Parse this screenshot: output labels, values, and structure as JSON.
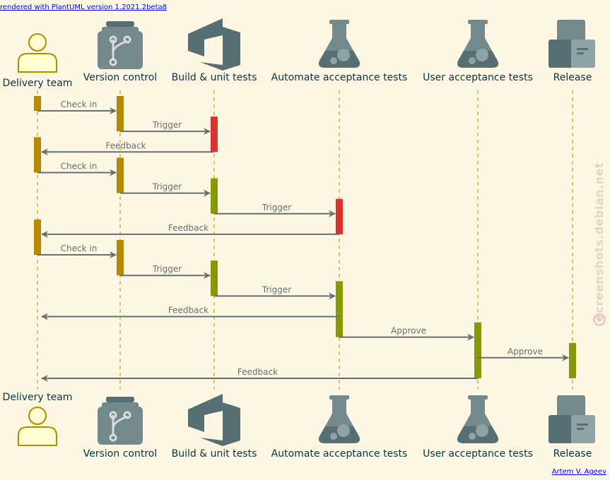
{
  "header": {
    "render_note": "rendered with PlantUML version 1.2021.2beta8"
  },
  "footer": {
    "author": "Artem V. Ageev"
  },
  "watermark": {
    "text": "screenshots.debian.net"
  },
  "colors": {
    "background": "#fdf6e3",
    "lifeline": "#b58900",
    "arrow": "#657070",
    "label": "#657070",
    "activation_gold": "#b58900",
    "activation_green": "#859900",
    "activation_red": "#dc322f",
    "icon_dark": "#586e75",
    "icon_mid": "#73898c",
    "actor_fill": "#fefece",
    "actor_stroke": "#b58900",
    "participant_text": "#073642"
  },
  "participants": [
    {
      "id": "delivery",
      "label": "Delivery team",
      "icon": "actor-icon"
    },
    {
      "id": "vcs",
      "label": "Version control",
      "icon": "git-repo-icon"
    },
    {
      "id": "build",
      "label": "Build & unit tests",
      "icon": "azure-devops-icon"
    },
    {
      "id": "aat",
      "label": "Automate acceptance tests",
      "icon": "flask-icon"
    },
    {
      "id": "uat",
      "label": "User acceptance tests",
      "icon": "flask-icon"
    },
    {
      "id": "release",
      "label": "Release",
      "icon": "package-boxes-icon"
    }
  ],
  "messages": [
    {
      "from": "delivery",
      "to": "vcs",
      "label": "Check in"
    },
    {
      "from": "vcs",
      "to": "build",
      "label": "Trigger"
    },
    {
      "from": "build",
      "to": "delivery",
      "label": "Feedback"
    },
    {
      "from": "delivery",
      "to": "vcs",
      "label": "Check in"
    },
    {
      "from": "vcs",
      "to": "build",
      "label": "Trigger"
    },
    {
      "from": "build",
      "to": "aat",
      "label": "Trigger"
    },
    {
      "from": "aat",
      "to": "delivery",
      "label": "Feedback"
    },
    {
      "from": "delivery",
      "to": "vcs",
      "label": "Check in"
    },
    {
      "from": "vcs",
      "to": "build",
      "label": "Trigger"
    },
    {
      "from": "build",
      "to": "aat",
      "label": "Trigger"
    },
    {
      "from": "aat",
      "to": "delivery",
      "label": "Feedback"
    },
    {
      "from": "aat",
      "to": "uat",
      "label": "Approve"
    },
    {
      "from": "uat",
      "to": "release",
      "label": "Approve"
    },
    {
      "from": "uat",
      "to": "delivery",
      "label": "Feedback"
    }
  ],
  "activations": [
    {
      "participant": "delivery",
      "from_step": 0,
      "to_step": 0,
      "status": "gold"
    },
    {
      "participant": "vcs",
      "from_step": 0,
      "to_step": 1,
      "status": "gold"
    },
    {
      "participant": "build",
      "from_step": 1,
      "to_step": 2,
      "status": "red"
    },
    {
      "participant": "delivery",
      "from_step": 2,
      "to_step": 3,
      "status": "gold"
    },
    {
      "participant": "vcs",
      "from_step": 3,
      "to_step": 4,
      "status": "gold"
    },
    {
      "participant": "build",
      "from_step": 4,
      "to_step": 5,
      "status": "green"
    },
    {
      "participant": "aat",
      "from_step": 5,
      "to_step": 6,
      "status": "red"
    },
    {
      "participant": "delivery",
      "from_step": 6,
      "to_step": 7,
      "status": "gold"
    },
    {
      "participant": "vcs",
      "from_step": 7,
      "to_step": 8,
      "status": "gold"
    },
    {
      "participant": "build",
      "from_step": 8,
      "to_step": 9,
      "status": "green"
    },
    {
      "participant": "aat",
      "from_step": 9,
      "to_step": 11,
      "status": "green"
    },
    {
      "participant": "uat",
      "from_step": 11,
      "to_step": 13,
      "status": "green"
    },
    {
      "participant": "release",
      "from_step": 12,
      "to_step": 13,
      "status": "green"
    }
  ]
}
